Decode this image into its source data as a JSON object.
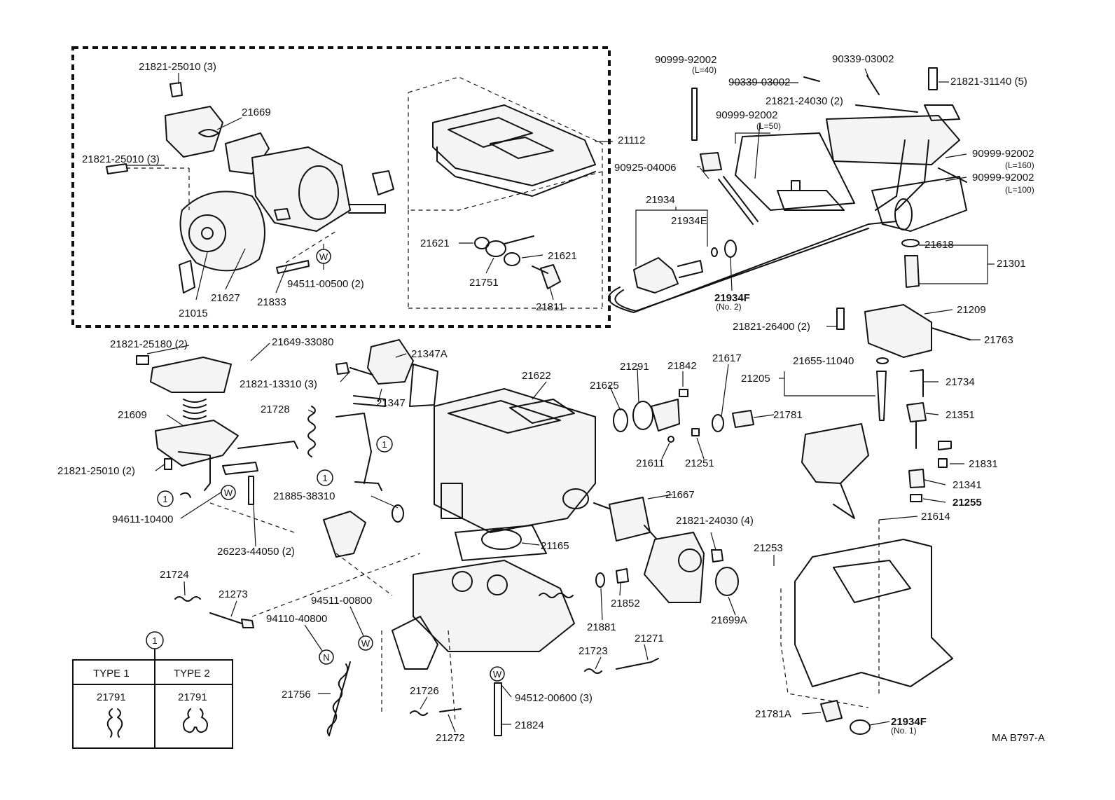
{
  "labels": {
    "l21821_25010_3a": "21821-25010 (3)",
    "l21669": "21669",
    "l21821_25010_3b": "21821-25010 (3)",
    "l21015": "21015",
    "l21627": "21627",
    "l21833": "21833",
    "l94511_00500": "94511-00500 (2)",
    "l21112": "21112",
    "l21621a": "21621",
    "l21621b": "21621",
    "l21751": "21751",
    "l21811": "21811",
    "l90999_92002_l40": "90999-92002",
    "l40": "(L=40)",
    "l90339_03002a": "90339-03002",
    "l90339_03002b": "90339-03002",
    "l21821_24030_2": "21821-24030 (2)",
    "l90999_92002_l50": "90999-92002",
    "l50": "(L=50)",
    "l90925_04006": "90925-04006",
    "l21821_31140_5": "21821-31140 (5)",
    "l90999_92002_l160": "90999-92002",
    "l160": "(L=160)",
    "l90999_92002_l100": "90999-92002",
    "l100": "(L=100)",
    "l21934": "21934",
    "l21934e": "21934E",
    "l21934f_no2": "21934F",
    "no2": "(No. 2)",
    "l21618": "21618",
    "l21301": "21301",
    "l21209": "21209",
    "l21763": "21763",
    "l21821_26400_2": "21821-26400 (2)",
    "l21655_11040": "21655-11040",
    "l21205": "21205",
    "l21734": "21734",
    "l21351": "21351",
    "l21831": "21831",
    "l21341": "21341",
    "l21255": "21255",
    "l21614": "21614",
    "l21821_25180_2": "21821-25180 (2)",
    "l21649_33080": "21649-33080",
    "l21821_13310_3": "21821-13310 (3)",
    "l21347a": "21347A",
    "l21347": "21347",
    "l21609": "21609",
    "l21728": "21728",
    "l21821_25010_2": "21821-25010 (2)",
    "l94611_10400": "94611-10400",
    "l26223_44050_2": "26223-44050 (2)",
    "l21885_38310": "21885-38310",
    "l21622": "21622",
    "l21291": "21291",
    "l21842": "21842",
    "l21617": "21617",
    "l21625": "21625",
    "l21781": "21781",
    "l21611": "21611",
    "l21251": "21251",
    "l21667": "21667",
    "l21821_24030_4": "21821-24030 (4)",
    "l21165": "21165",
    "l21253": "21253",
    "l21724": "21724",
    "l21273": "21273",
    "l94511_00800": "94511-00800",
    "l94110_40800": "94110-40800",
    "l21852": "21852",
    "l21881": "21881",
    "l21699a": "21699A",
    "l21271": "21271",
    "l21723": "21723",
    "l21756": "21756",
    "l21726": "21726",
    "l94512_00600_3": "94512-00600 (3)",
    "l21272": "21272",
    "l21824": "21824",
    "l21781a": "21781A",
    "l21934f_no1": "21934F",
    "no1": "(No. 1)",
    "drawing_code": "MA B797-A"
  },
  "callout_symbols": {
    "one": "1",
    "washer": "W",
    "nut": "N"
  },
  "type_table": {
    "header_marker": "1",
    "col1_header": "TYPE 1",
    "col2_header": "TYPE 2",
    "col1_part": "21791",
    "col2_part": "21791"
  }
}
